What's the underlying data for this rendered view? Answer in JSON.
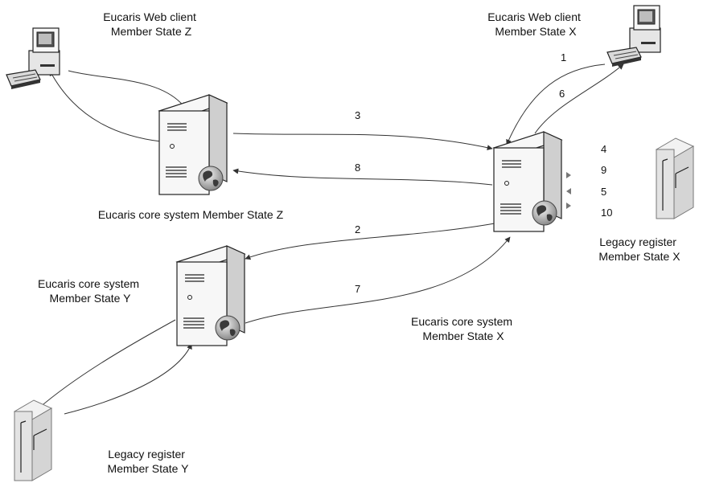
{
  "nodes": {
    "web_client_z": {
      "line1": "Eucaris Web client",
      "line2": "Member State Z"
    },
    "web_client_x": {
      "line1": "Eucaris Web client",
      "line2": "Member State X"
    },
    "core_z": {
      "line1": "Eucaris core system Member State Z"
    },
    "core_y": {
      "line1": "Eucaris core system",
      "line2": "Member State Y"
    },
    "core_x": {
      "line1": "Eucaris core system",
      "line2": "Member State X"
    },
    "legacy_x": {
      "line1": "Legacy register",
      "line2": "Member State X"
    },
    "legacy_y": {
      "line1": "Legacy register",
      "line2": "Member State Y"
    }
  },
  "edge_labels": {
    "e1": "1",
    "e2": "2",
    "e3": "3",
    "e4": "4",
    "e5": "5",
    "e6": "6",
    "e7": "7",
    "e8": "8",
    "e9": "9",
    "e10": "10"
  },
  "icons": [
    "desktop-computer-icon",
    "server-tower-icon",
    "globe-icon",
    "legacy-register-cabinet-icon"
  ]
}
